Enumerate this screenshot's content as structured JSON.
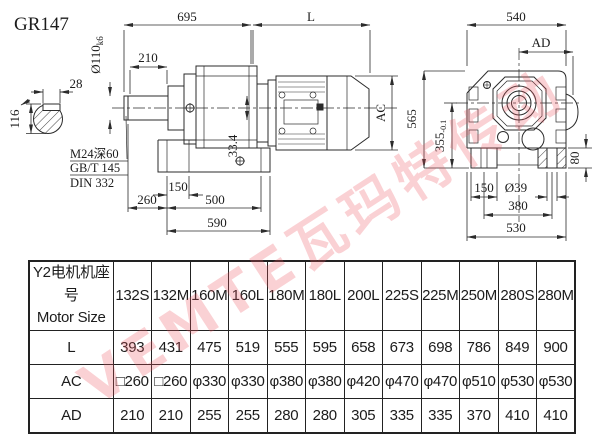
{
  "title": "GR147",
  "watermark": "VEMTE瓦玛特传动",
  "drawing": {
    "front": {
      "overall_length": "695",
      "motor_length": "L",
      "shaft_length": "210",
      "shaft_dia": "Ø110",
      "shaft_dia_tol": "k6",
      "key_width": "28",
      "key_height": "116",
      "note_tap": "M24深60",
      "note_std1": "GB/T 145",
      "note_std2": "DIN 332",
      "oil_offset": "33.4",
      "motor_dia": "AC",
      "foot_hole": "150",
      "foot_front": "260",
      "foot_span": "500",
      "foot_total": "590"
    },
    "side": {
      "width": "540",
      "ad": "AD",
      "height": "565",
      "center_height": "355",
      "center_height_tol": "-0.1",
      "foot_height": "80",
      "foot_width": "150",
      "hole_dia": "Ø39",
      "bolt_span": "380",
      "base_width": "530"
    }
  },
  "table": {
    "header_line1": "Y2电机机座号",
    "header_line2": "Motor Size",
    "columns": [
      "132S",
      "132M",
      "160M",
      "160L",
      "180M",
      "180L",
      "200L",
      "225S",
      "225M",
      "250M",
      "280S",
      "280M"
    ],
    "rows": [
      {
        "label": "L",
        "values": [
          "393",
          "431",
          "475",
          "519",
          "555",
          "595",
          "658",
          "673",
          "698",
          "786",
          "849",
          "900"
        ]
      },
      {
        "label": "AC",
        "values": [
          "□260",
          "□260",
          "φ330",
          "φ330",
          "φ380",
          "φ380",
          "φ420",
          "φ470",
          "φ470",
          "φ510",
          "φ530",
          "φ530"
        ]
      },
      {
        "label": "AD",
        "values": [
          "210",
          "210",
          "255",
          "255",
          "280",
          "280",
          "305",
          "335",
          "335",
          "370",
          "410",
          "410"
        ]
      }
    ]
  }
}
